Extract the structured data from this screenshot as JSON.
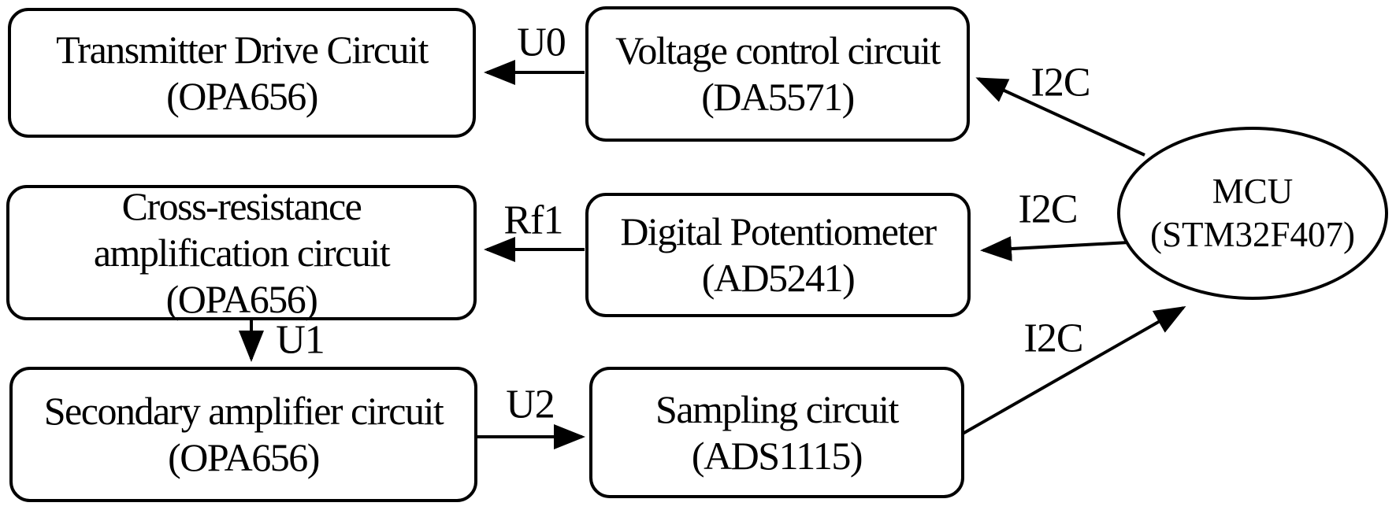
{
  "diagram": {
    "type": "block-diagram",
    "colors": {
      "stroke": "#000000",
      "background": "#ffffff",
      "text": "#000000"
    },
    "nodes": [
      {
        "id": "transmitter-drive-circuit",
        "shape": "rounded-rect",
        "label": "Transmitter Drive Circuit\n(OPA656)"
      },
      {
        "id": "voltage-control-circuit",
        "shape": "rounded-rect",
        "label": "Voltage control circuit\n(DA5571)"
      },
      {
        "id": "cross-resistance-amplification-circuit",
        "shape": "rounded-rect",
        "label": "Cross-resistance\namplification circuit\n(OPA656)"
      },
      {
        "id": "digital-potentiometer",
        "shape": "rounded-rect",
        "label": "Digital Potentiometer\n(AD5241)"
      },
      {
        "id": "secondary-amplifier-circuit",
        "shape": "rounded-rect",
        "label": "Secondary amplifier circuit\n(OPA656)"
      },
      {
        "id": "sampling-circuit",
        "shape": "rounded-rect",
        "label": "Sampling circuit\n(ADS1115)"
      },
      {
        "id": "mcu",
        "shape": "ellipse",
        "label": "MCU\n(STM32F407)"
      }
    ],
    "edges": [
      {
        "from": "voltage-control-circuit",
        "to": "transmitter-drive-circuit",
        "label": "U0"
      },
      {
        "from": "mcu",
        "to": "voltage-control-circuit",
        "label": "I2C"
      },
      {
        "from": "digital-potentiometer",
        "to": "cross-resistance-amplification-circuit",
        "label": "Rf1"
      },
      {
        "from": "mcu",
        "to": "digital-potentiometer",
        "label": "I2C"
      },
      {
        "from": "cross-resistance-amplification-circuit",
        "to": "secondary-amplifier-circuit",
        "label": "U1"
      },
      {
        "from": "secondary-amplifier-circuit",
        "to": "sampling-circuit",
        "label": "U2"
      },
      {
        "from": "sampling-circuit",
        "to": "mcu",
        "label": "I2C"
      }
    ]
  }
}
